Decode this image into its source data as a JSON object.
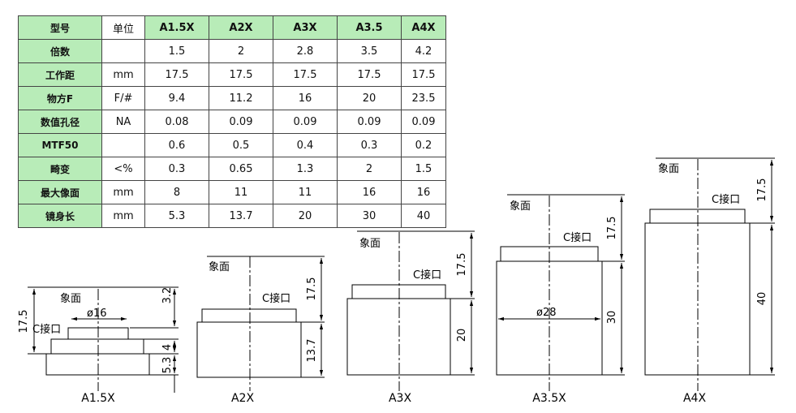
{
  "table": {
    "header": {
      "label": "型号",
      "unit": "单位",
      "models": [
        "A1.5X",
        "A2X",
        "A3X",
        "A3.5",
        "A4X"
      ]
    },
    "rows": [
      {
        "label": "倍数",
        "unit": "",
        "values": [
          "1.5",
          "2",
          "2.8",
          "3.5",
          "4.2"
        ]
      },
      {
        "label": "工作距",
        "unit": "mm",
        "values": [
          "17.5",
          "17.5",
          "17.5",
          "17.5",
          "17.5"
        ]
      },
      {
        "label": "物方F",
        "unit": "F/#",
        "values": [
          "9.4",
          "11.2",
          "16",
          "20",
          "23.5"
        ]
      },
      {
        "label": "数值孔径",
        "unit": "NA",
        "values": [
          "0.08",
          "0.09",
          "0.09",
          "0.09",
          "0.09"
        ]
      },
      {
        "label": "MTF50",
        "unit": "",
        "values": [
          "0.6",
          "0.5",
          "0.4",
          "0.3",
          "0.2"
        ]
      },
      {
        "label": "畸变",
        "unit": "<%",
        "values": [
          "0.3",
          "0.65",
          "1.3",
          "2",
          "1.5"
        ]
      },
      {
        "label": "最大像面",
        "unit": "mm",
        "values": [
          "8",
          "11",
          "11",
          "16",
          "16"
        ]
      },
      {
        "label": "镜身长",
        "unit": "mm",
        "values": [
          "5.3",
          "13.7",
          "20",
          "30",
          "40"
        ]
      }
    ]
  },
  "drawings": {
    "image_plane": "象面",
    "c_mount": "C接口",
    "a15": {
      "name": "A1.5X",
      "dia": "ø16",
      "dim_wd": "17.5",
      "dim_top": "3.2",
      "dim_mid": "4",
      "dim_body": "5.3"
    },
    "a2": {
      "name": "A2X",
      "dim_wd": "17.5",
      "dim_body": "13.7"
    },
    "a3": {
      "name": "A3X",
      "dim_wd": "17.5",
      "dim_body": "20"
    },
    "a35": {
      "name": "A3.5X",
      "dia": "ø28",
      "dim_wd": "17.5",
      "dim_body": "30"
    },
    "a4": {
      "name": "A4X",
      "dim_wd": "17.5",
      "dim_body": "40"
    }
  }
}
